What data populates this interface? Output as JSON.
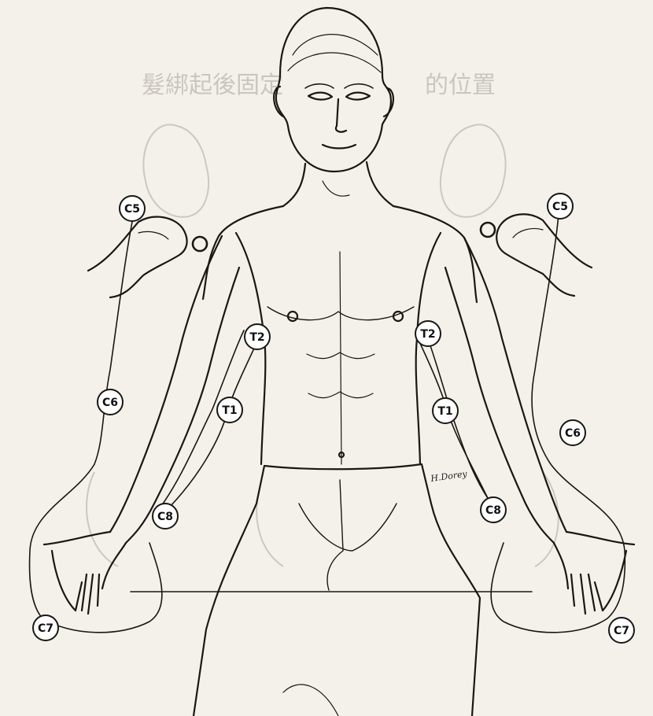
{
  "figure": {
    "background_text": {
      "line1": "髮綁起後固定",
      "line2": "的位置"
    },
    "artist_signature": "H.Dorey",
    "labels": [
      {
        "id": "c5-left",
        "text": "C5"
      },
      {
        "id": "c5-right",
        "text": "C5"
      },
      {
        "id": "t2-left",
        "text": "T2"
      },
      {
        "id": "t2-right",
        "text": "T2"
      },
      {
        "id": "c6-left",
        "text": "C6"
      },
      {
        "id": "c6-right",
        "text": "C6"
      },
      {
        "id": "t1-left",
        "text": "T1"
      },
      {
        "id": "t1-right",
        "text": "T1"
      },
      {
        "id": "c8-left",
        "text": "C8"
      },
      {
        "id": "c8-right",
        "text": "C8"
      },
      {
        "id": "c7-left",
        "text": "C7"
      },
      {
        "id": "c7-right",
        "text": "C7"
      }
    ],
    "colors": {
      "ink": "#1a1714",
      "paper": "#f4f1ea",
      "ghost": "#cdc8be"
    }
  }
}
